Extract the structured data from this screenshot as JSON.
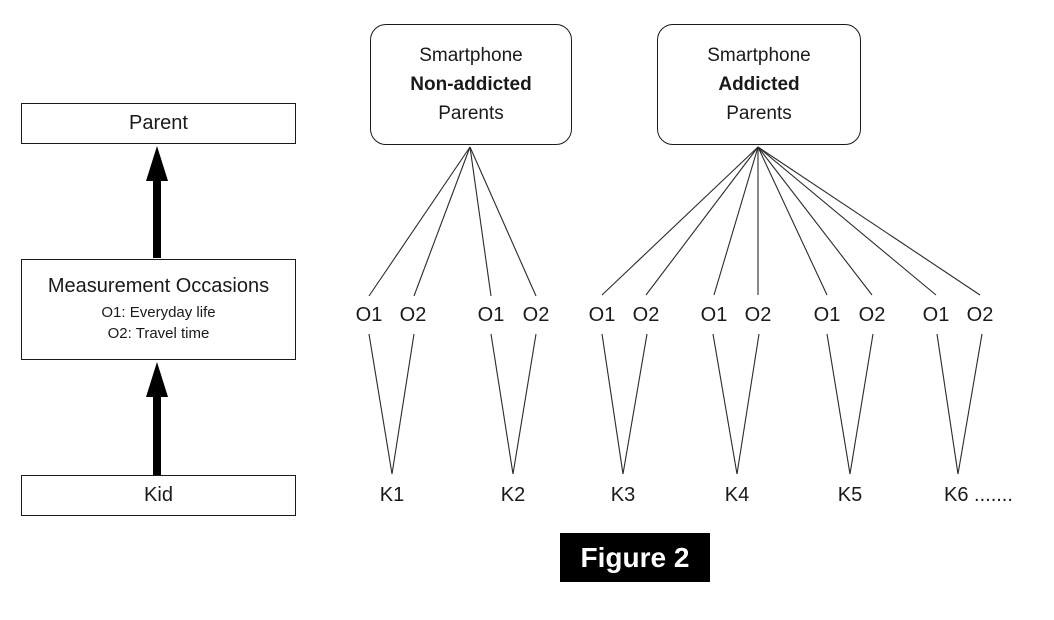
{
  "figure": {
    "caption": "Figure 2"
  },
  "left_flow": {
    "parent_label": "Parent",
    "measurement_title": "Measurement Occasions",
    "measurement_sub1": "O1: Everyday life",
    "measurement_sub2": "O2: Travel time",
    "kid_label": "Kid"
  },
  "groups": [
    {
      "line1": "Smartphone",
      "line2": "Non-addicted",
      "line3": "Parents"
    },
    {
      "line1": "Smartphone",
      "line2": "Addicted",
      "line3": "Parents"
    }
  ],
  "occasions": [
    "O1",
    "O2",
    "O1",
    "O2",
    "O1",
    "O2",
    "O1",
    "O2",
    "O1",
    "O2",
    "O1",
    "O2"
  ],
  "kids": [
    "K1",
    "K2",
    "K3",
    "K4",
    "K5",
    "K6 ......."
  ],
  "colors": {
    "ink": "#000000",
    "connector_line": "#2b2b2b",
    "caption_background": "#000000",
    "caption_text": "#ffffff"
  }
}
